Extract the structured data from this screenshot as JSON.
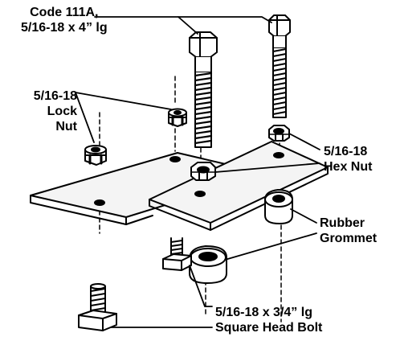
{
  "labels": {
    "code": {
      "line1": "Code 111A,",
      "line2": "5/16-18 x 4” lg"
    },
    "lock_nut": {
      "line1": "5/16-18",
      "line2": "Lock",
      "line3": "Nut"
    },
    "hex_nut": {
      "line1": "5/16-18",
      "line2": "Hex Nut"
    },
    "grommet": {
      "line1": "Rubber",
      "line2": "Grommet"
    },
    "square_bolt": {
      "line1": "5/16-18 x 3/4” lg",
      "line2": "Square Head Bolt"
    }
  },
  "colors": {
    "ink": "#000000",
    "paper": "#ffffff",
    "plate": "#f4f4f4"
  }
}
